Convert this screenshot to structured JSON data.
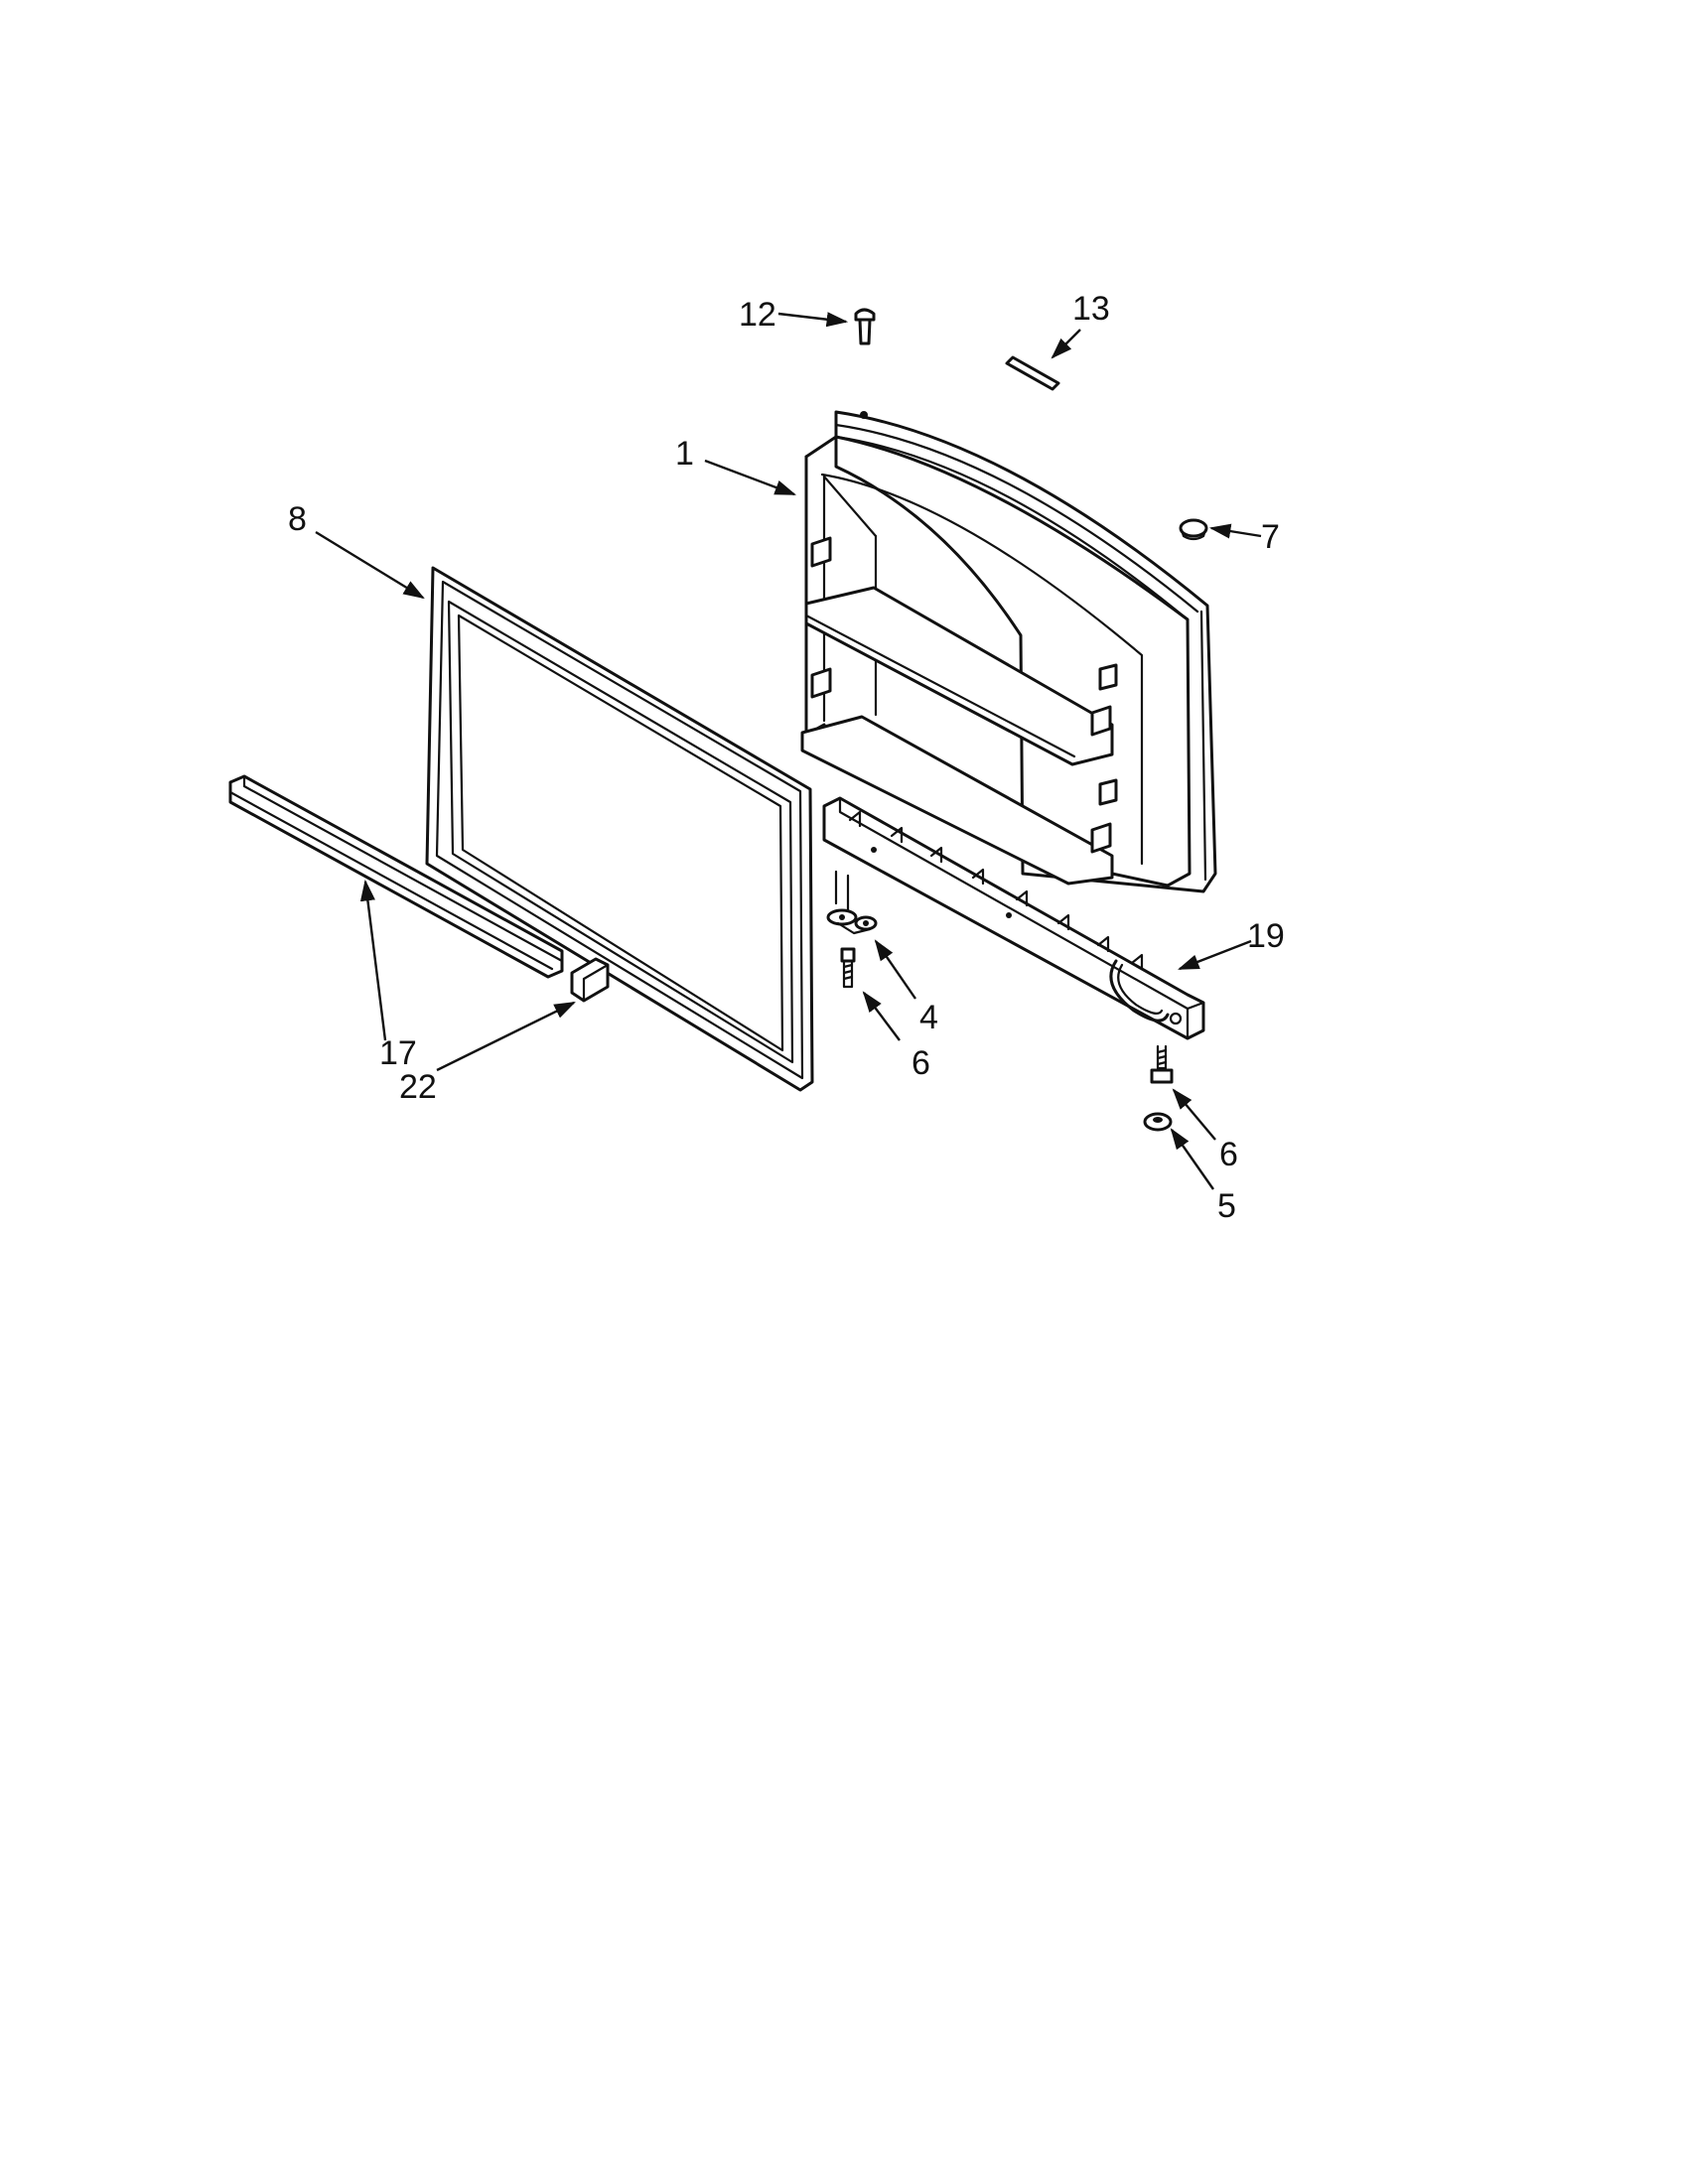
{
  "diagram": {
    "callouts": [
      {
        "id": "12",
        "label": "12"
      },
      {
        "id": "13",
        "label": "13"
      },
      {
        "id": "1",
        "label": "1"
      },
      {
        "id": "7",
        "label": "7"
      },
      {
        "id": "8",
        "label": "8"
      },
      {
        "id": "19",
        "label": "19"
      },
      {
        "id": "4",
        "label": "4"
      },
      {
        "id": "6a",
        "label": "6"
      },
      {
        "id": "17",
        "label": "17"
      },
      {
        "id": "22",
        "label": "22"
      },
      {
        "id": "6b",
        "label": "6"
      },
      {
        "id": "5",
        "label": "5"
      }
    ]
  },
  "colors": {
    "line": "#111111",
    "background": "#ffffff"
  }
}
